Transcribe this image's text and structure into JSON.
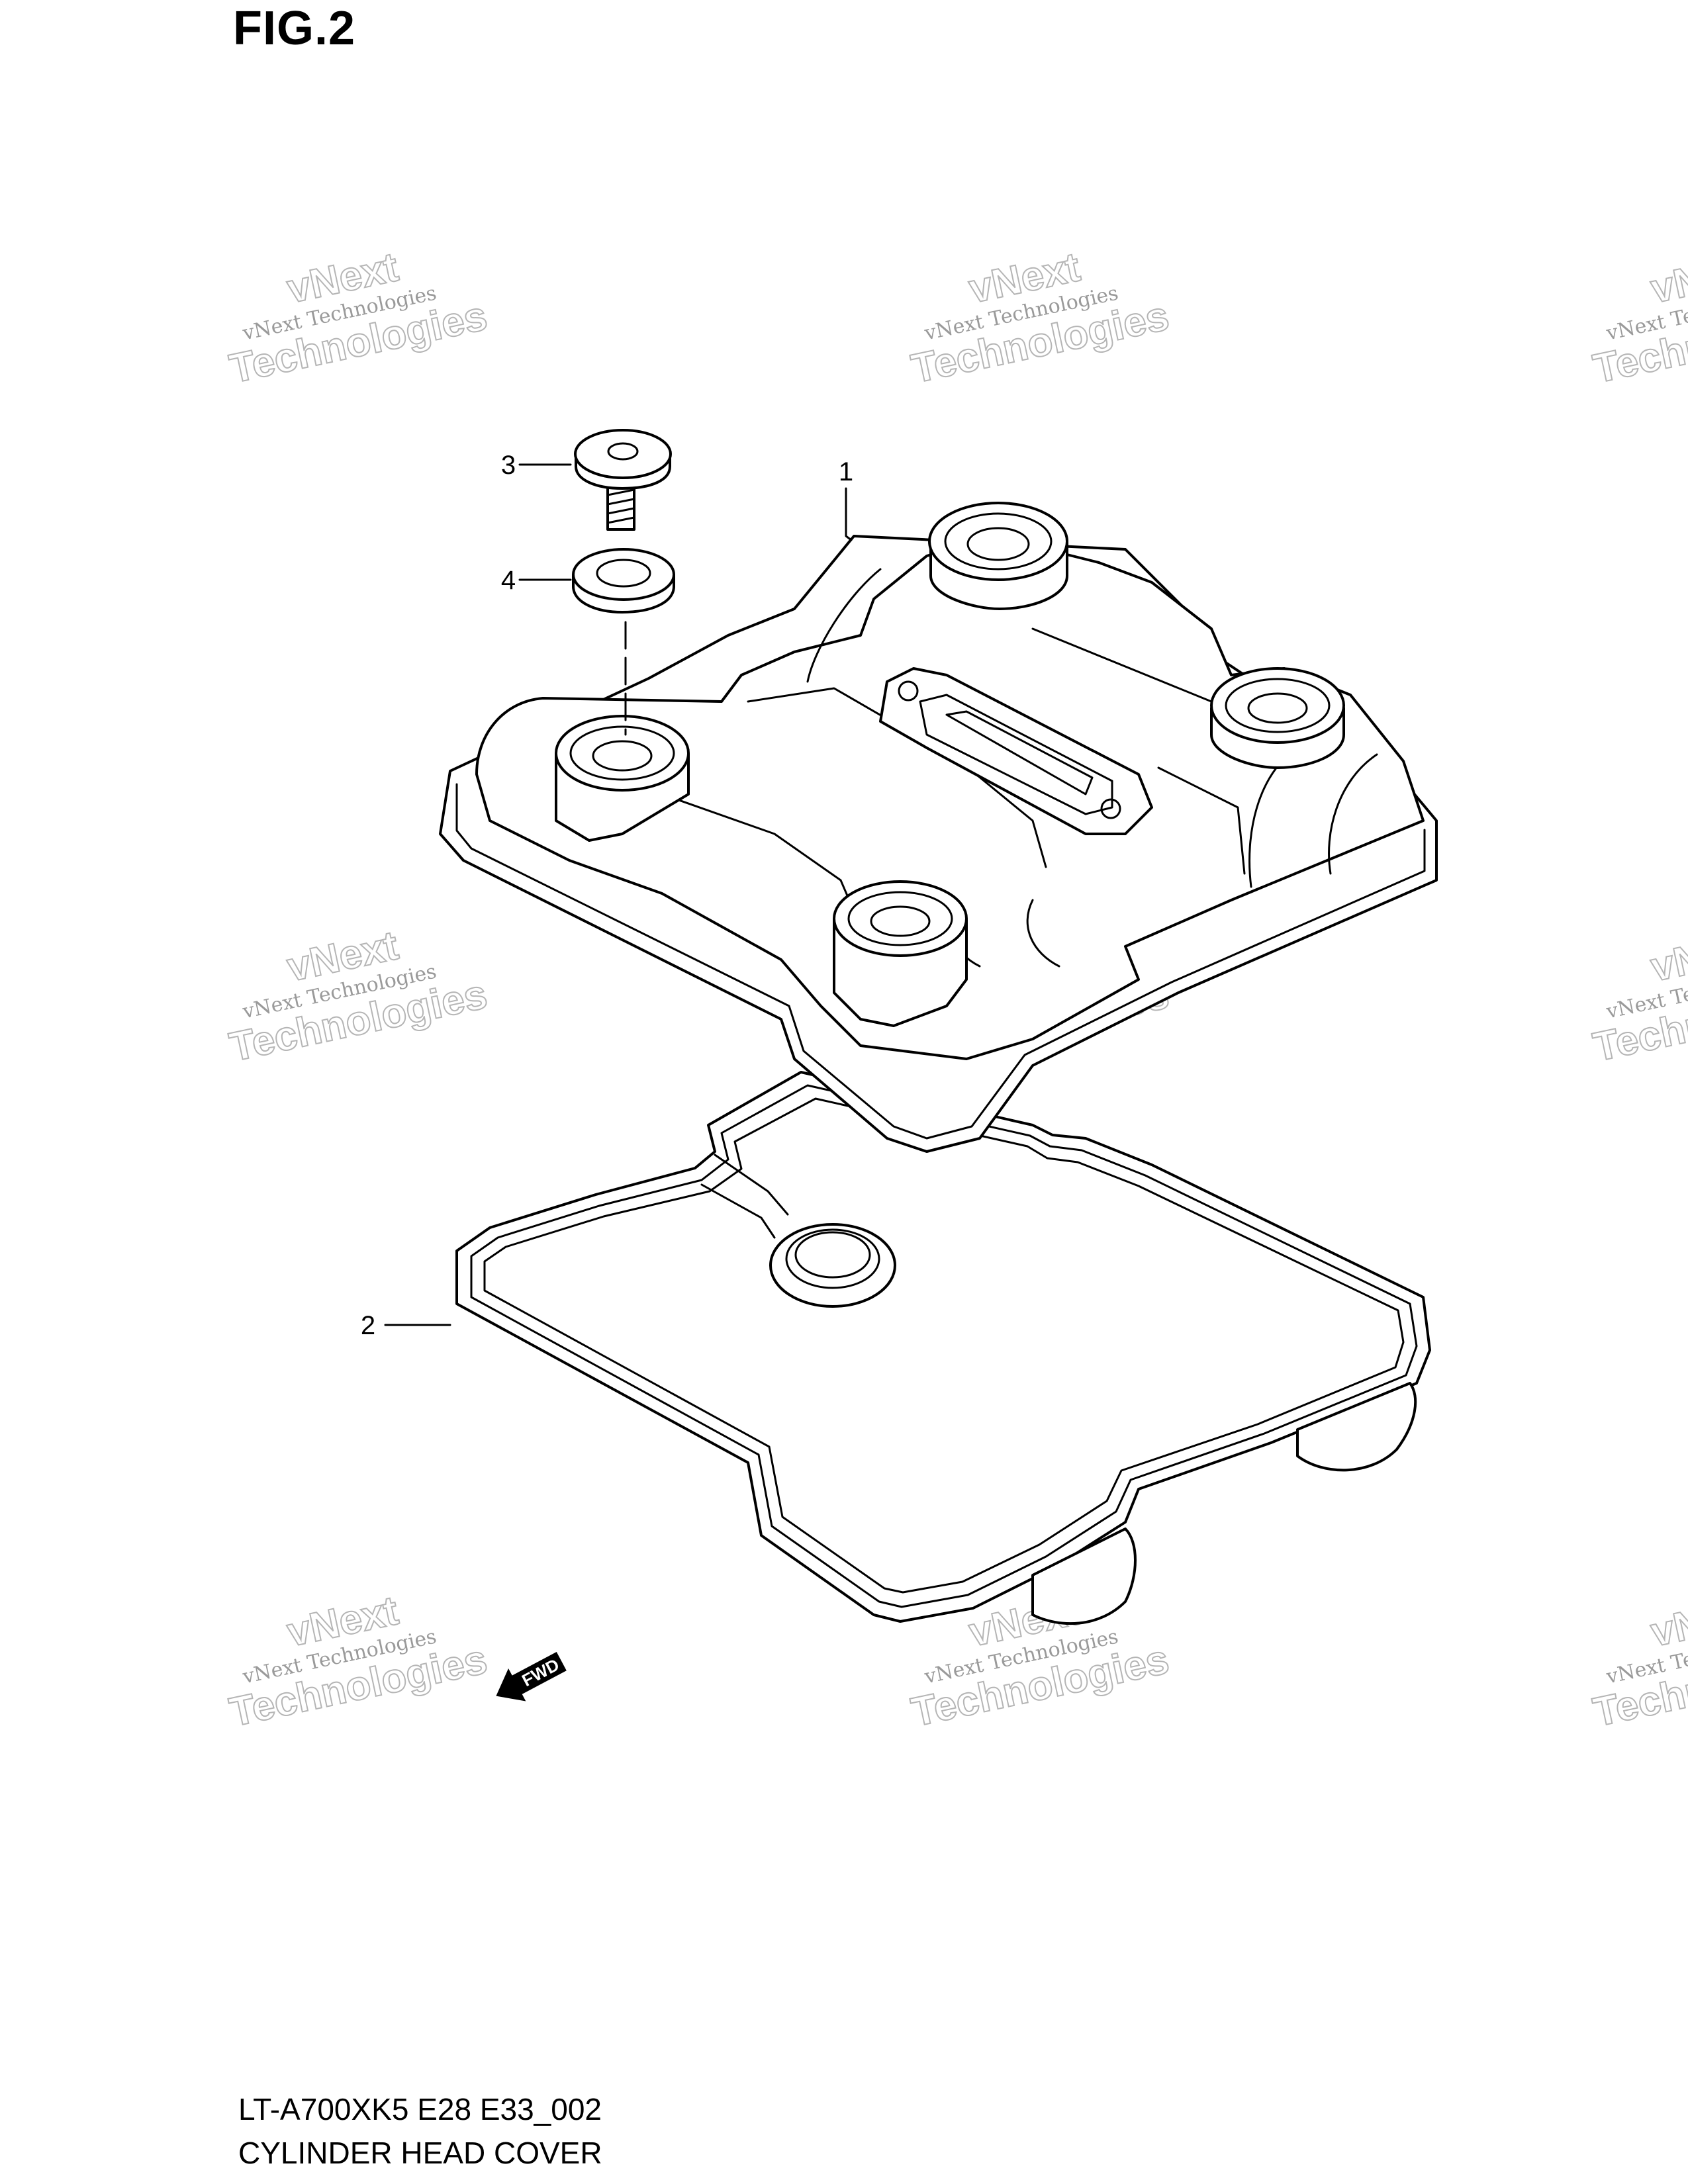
{
  "figure": {
    "title": "FIG.2"
  },
  "callouts": [
    {
      "number": "1",
      "part": "cylinder-head-cover"
    },
    {
      "number": "2",
      "part": "gasket"
    },
    {
      "number": "3",
      "part": "bolt"
    },
    {
      "number": "4",
      "part": "seal-washer"
    }
  ],
  "direction_marker": {
    "label": "FWD",
    "icon": "forward-arrow-icon"
  },
  "watermark": {
    "line1": "vNext",
    "line2": "vNext Technologies",
    "line3": "Technologies"
  },
  "footer": {
    "code": "LT-A700XK5 E28 E33_002",
    "caption": "CYLINDER HEAD COVER"
  }
}
